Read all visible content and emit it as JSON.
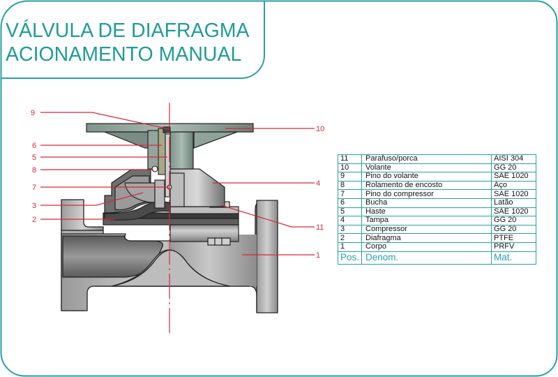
{
  "title": {
    "line1": "VÁLVULA DE DIAFRAGMA",
    "line2": "ACIONAMENTO MANUAL"
  },
  "colors": {
    "accent": "#1f9b9a",
    "leader": "#d8283a",
    "table_border": "#2a9fa3"
  },
  "diagram": {
    "callouts": [
      {
        "num": "9",
        "side": "left"
      },
      {
        "num": "6",
        "side": "left"
      },
      {
        "num": "5",
        "side": "left"
      },
      {
        "num": "8",
        "side": "left"
      },
      {
        "num": "7",
        "side": "left"
      },
      {
        "num": "3",
        "side": "left"
      },
      {
        "num": "2",
        "side": "left"
      },
      {
        "num": "10",
        "side": "right"
      },
      {
        "num": "4",
        "side": "right"
      },
      {
        "num": "11",
        "side": "right"
      },
      {
        "num": "1",
        "side": "right"
      }
    ]
  },
  "parts_table": {
    "headers": {
      "pos": "Pos.",
      "denom": "Denom.",
      "mat": "Mat."
    },
    "rows": [
      {
        "pos": "11",
        "denom": "Parafuso/porca",
        "mat": "AISI 304"
      },
      {
        "pos": "10",
        "denom": "Volante",
        "mat": "GG 20"
      },
      {
        "pos": "9",
        "denom": "Pino do volante",
        "mat": "SAE 1020"
      },
      {
        "pos": "8",
        "denom": "Rolamento de encosto",
        "mat": "Aço"
      },
      {
        "pos": "7",
        "denom": "Pino do compressor",
        "mat": "SAE 1020"
      },
      {
        "pos": "6",
        "denom": "Bucha",
        "mat": "Latão"
      },
      {
        "pos": "5",
        "denom": "Haste",
        "mat": "SAE 1020"
      },
      {
        "pos": "4",
        "denom": "Tampa",
        "mat": "GG 20"
      },
      {
        "pos": "3",
        "denom": "Compressor",
        "mat": "GG 20"
      },
      {
        "pos": "2",
        "denom": "Diafragma",
        "mat": "PTFE"
      },
      {
        "pos": "1",
        "denom": "Corpo",
        "mat": "PRFV"
      }
    ]
  }
}
